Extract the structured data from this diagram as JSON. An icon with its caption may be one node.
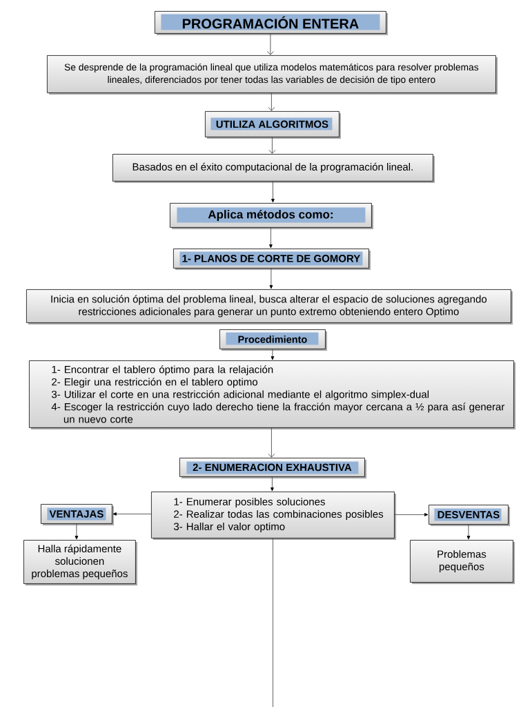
{
  "diagram": {
    "nodes": [
      {
        "text": [
          "PROGRAMACIÓN ENTERA"
        ]
      },
      {
        "text": [
          "Se desprende de la programación lineal que utiliza modelos matemáticos para resolver problemas lineales, diferenciados por tener todas las variables de decisión de tipo entero"
        ]
      },
      {
        "text": [
          "UTILIZA ALGORITMOS"
        ]
      },
      {
        "text": [
          "Basados en el éxito computacional de la programación lineal."
        ]
      },
      {
        "text": [
          "Aplica métodos como:"
        ]
      },
      {
        "text": [
          "1- PLANOS DE CORTE DE GOMORY"
        ]
      },
      {
        "text": [
          "Inicia en solución óptima del problema lineal, busca alterar el espacio de soluciones agregando restricciones adicionales para generar un punto extremo obteniendo entero Optimo"
        ]
      },
      {
        "text": [
          "Procedimiento"
        ]
      },
      {
        "text": [
          "1- Encontrar el tablero óptimo para la relajación",
          "2- Elegir una restricción en el tablero optimo",
          "3- Utilizar el corte en una restricción adicional mediante el algoritmo simplex-dual",
          "4- Escoger la restricción cuyo lado derecho tiene la fracción mayor cercana a ½ para así generar un nuevo corte"
        ]
      },
      {
        "text": [
          "2- ENUMERACION EXHAUSTIVA"
        ]
      },
      {
        "text": [
          "1- Enumerar posibles soluciones",
          "2- Realizar todas las combinaciones posibles",
          "3- Hallar el valor optimo"
        ]
      },
      {
        "text": [
          "VENTAJAS"
        ]
      },
      {
        "text": [
          "Halla rápidamente solucionen problemas pequeños"
        ]
      },
      {
        "text": [
          "DESVENTAS"
        ]
      },
      {
        "text": [
          "Problemas pequeños"
        ]
      }
    ],
    "edges": [
      {
        "from": 0,
        "to": 1,
        "arrow": "to"
      },
      {
        "from": 1,
        "to": 2,
        "arrow": "to"
      },
      {
        "from": 2,
        "to": 3,
        "arrow": "to"
      },
      {
        "from": 3,
        "to": 4,
        "arrow": "to"
      },
      {
        "from": 4,
        "to": 5,
        "arrow": "to"
      },
      {
        "from": 5,
        "to": 6,
        "arrow": "to"
      },
      {
        "from": 7,
        "to": 8,
        "arrow": "to"
      },
      {
        "from": 8,
        "to": 9,
        "arrow": "to"
      },
      {
        "from": 9,
        "to": 10,
        "arrow": "to"
      },
      {
        "from": 10,
        "to": 11,
        "arrow": "to"
      },
      {
        "from": 10,
        "to": 13,
        "arrow": "to"
      },
      {
        "from": 11,
        "to": 12,
        "arrow": "to"
      },
      {
        "from": 13,
        "to": 14,
        "arrow": "to"
      },
      {
        "from": 10,
        "to": null,
        "arrow": "none"
      }
    ]
  }
}
